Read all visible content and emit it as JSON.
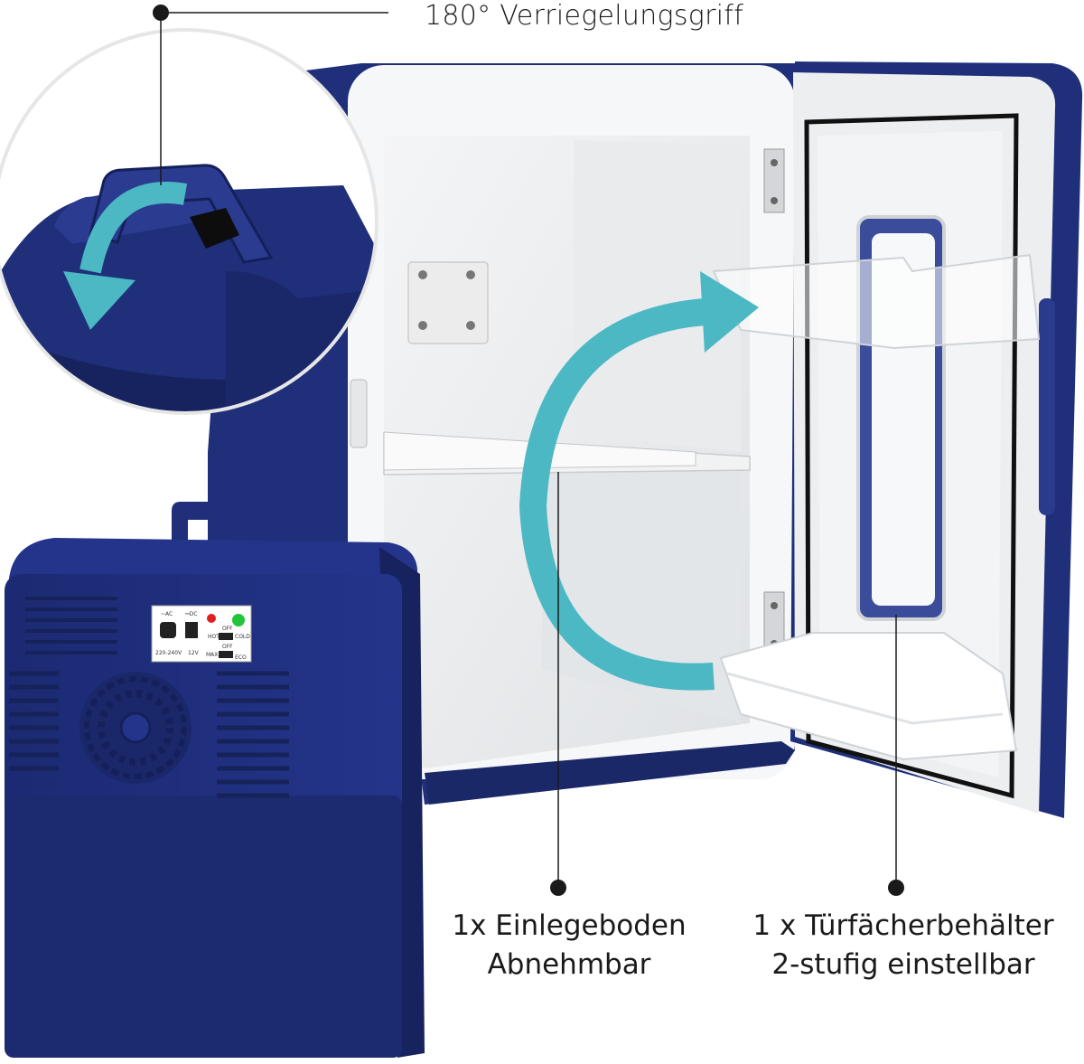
{
  "callouts": {
    "handle": "180° Verriegelungsgriff",
    "shelf_line1": "1x Einlegeboden",
    "shelf_line2": "Abnehmbar",
    "door_line1": "1 x Türfächerbehälter",
    "door_line2": "2-stufig einstellbar"
  },
  "control_panel": {
    "ac_label": "~AC",
    "dc_label": "⎓DC",
    "ac_voltage": "220-240V",
    "dc_voltage": "12V",
    "off_1": "OFF",
    "hot": "HOT",
    "cold": "COLD",
    "off_2": "OFF",
    "max": "MAX",
    "eco": "ECO"
  },
  "colors": {
    "body_blue": "#1f2f7a",
    "body_blue_dark": "#14205a",
    "interior": "#eef0f2",
    "arrow_teal": "#4bb8c4",
    "callout_line": "#1a1a1a"
  }
}
